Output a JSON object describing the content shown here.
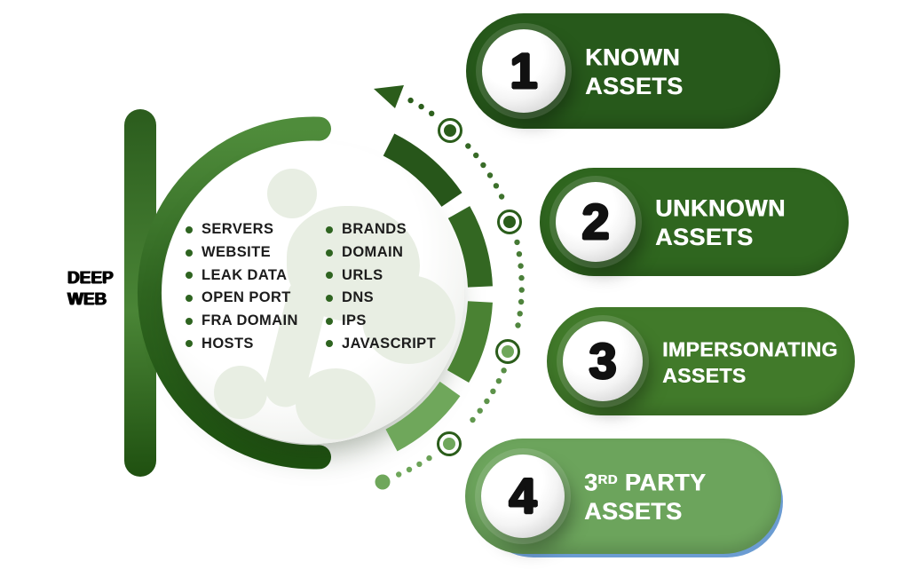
{
  "left_label": {
    "line1": "DEEP",
    "line2": "WEB"
  },
  "asset_circle": {
    "items_left": [
      "SERVERS",
      "WEBSITE",
      "LEAK DATA",
      "OPEN PORT",
      "FRA DOMAIN",
      "HOSTS"
    ],
    "items_right": [
      "BRANDS",
      "DOMAIN",
      "URLS",
      "DNS",
      "IPS",
      "JAVASCRIPT"
    ]
  },
  "steps": [
    {
      "number": "1",
      "word_pre": "KNOWN",
      "word_sup": "",
      "word_post": "",
      "word2": "ASSETS",
      "color": "#27591B"
    },
    {
      "number": "2",
      "word_pre": "UNKNOWN",
      "word_sup": "",
      "word_post": "",
      "word2": "ASSETS",
      "color": "#2F661F"
    },
    {
      "number": "3",
      "word_pre": "IMPERSONATING",
      "word_sup": "",
      "word_post": "",
      "word2": "ASSETS",
      "color": "#417A2A"
    },
    {
      "number": "4",
      "word_pre": "3",
      "word_sup": "RD",
      "word_post": " PARTY",
      "word2": "ASSETS",
      "color": "#6CA45C"
    }
  ],
  "palette": {
    "pill_text": "#FFFFFF",
    "number": "#111111",
    "label_text": "#000000",
    "bar_top": "#2B5C1D",
    "bar_mid": "#4A8536",
    "bar_bot": "#1F5010",
    "crescent_top": "#4F8C3B",
    "crescent_mid": "#2F6520",
    "crescent_bottom": "#1E5210",
    "wedge1": "#27561A",
    "wedge2": "#336722",
    "wedge3": "#4A8233",
    "wedge4": "#6FA75B",
    "dot_start": "#2B5D1B",
    "dot_end": "#6FA75B",
    "ring_dark": "#2B5D1B",
    "bullet": "#2E6420",
    "list_text": "#1C1C1C",
    "blob": "#E8EEE3",
    "blue_accent": "#6B9CD2"
  }
}
